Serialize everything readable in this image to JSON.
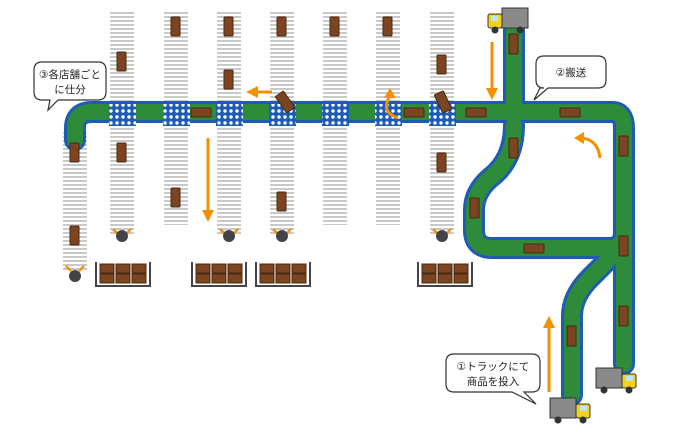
{
  "callouts": {
    "sort": {
      "line1": "③各店舗ごと",
      "line2": "に仕分"
    },
    "transport": {
      "line1": "②搬送"
    },
    "load": {
      "line1": "①トラックにて",
      "line2": "商品を投入"
    }
  },
  "colors": {
    "main_conveyor": "#2e8b3a",
    "conveyor_edge": "#1e5bb5",
    "box": "#7a4520",
    "arrow": "#f39200",
    "roller": "#c8c8c8",
    "truck_body": "#f2d21a",
    "truck_cargo": "#8a8a8a",
    "sorter": "#1e5bb5"
  },
  "icons": [
    "truck-icon",
    "cardboard-box-icon",
    "pallet-icon",
    "arrow-icon",
    "sorter-icon",
    "chute-end-icon"
  ]
}
